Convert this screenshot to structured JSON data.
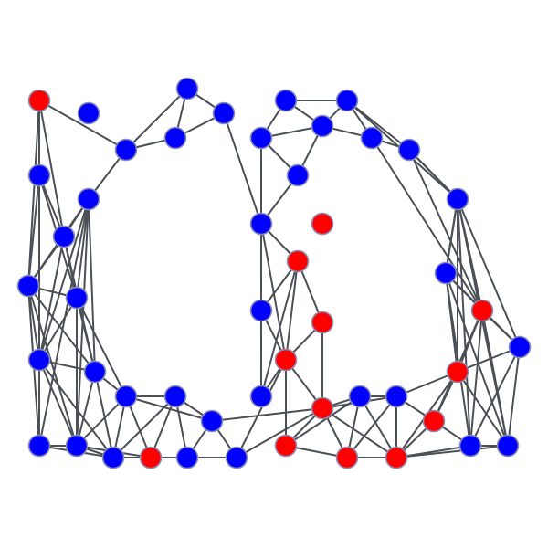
{
  "graph": {
    "colors": {
      "blue": "#0000ff",
      "red": "#ff0000",
      "edge": "#4a5055",
      "node_outline": "#8c8cb4"
    },
    "nodes": [
      {
        "id": 0,
        "color": "red"
      },
      {
        "id": 1,
        "color": "blue"
      },
      {
        "id": 2,
        "color": "blue"
      },
      {
        "id": 3,
        "color": "blue"
      },
      {
        "id": 4,
        "color": "blue"
      },
      {
        "id": 5,
        "color": "blue"
      },
      {
        "id": 6,
        "color": "blue"
      },
      {
        "id": 7,
        "color": "blue"
      },
      {
        "id": 8,
        "color": "blue"
      },
      {
        "id": 9,
        "color": "blue"
      },
      {
        "id": 10,
        "color": "blue"
      },
      {
        "id": 11,
        "color": "blue"
      },
      {
        "id": 12,
        "color": "blue"
      },
      {
        "id": 13,
        "color": "blue"
      },
      {
        "id": 14,
        "color": "blue"
      },
      {
        "id": 15,
        "color": "blue"
      },
      {
        "id": 16,
        "color": "blue"
      },
      {
        "id": 17,
        "color": "blue"
      },
      {
        "id": 18,
        "color": "red"
      },
      {
        "id": 19,
        "color": "blue"
      },
      {
        "id": 20,
        "color": "blue"
      },
      {
        "id": 21,
        "color": "blue"
      },
      {
        "id": 22,
        "color": "red"
      },
      {
        "id": 23,
        "color": "blue"
      },
      {
        "id": 24,
        "color": "blue"
      },
      {
        "id": 25,
        "color": "blue"
      },
      {
        "id": 26,
        "color": "blue"
      },
      {
        "id": 27,
        "color": "blue"
      },
      {
        "id": 28,
        "color": "blue"
      },
      {
        "id": 29,
        "color": "red"
      },
      {
        "id": 30,
        "color": "red"
      },
      {
        "id": 31,
        "color": "blue"
      },
      {
        "id": 32,
        "color": "red"
      },
      {
        "id": 33,
        "color": "red"
      },
      {
        "id": 34,
        "color": "red"
      },
      {
        "id": 35,
        "color": "blue"
      },
      {
        "id": 36,
        "color": "blue"
      },
      {
        "id": 37,
        "color": "blue"
      },
      {
        "id": 38,
        "color": "blue"
      },
      {
        "id": 39,
        "color": "blue"
      },
      {
        "id": 40,
        "color": "red"
      },
      {
        "id": 41,
        "color": "red"
      },
      {
        "id": 42,
        "color": "red"
      },
      {
        "id": 43,
        "color": "blue"
      },
      {
        "id": 44,
        "color": "blue"
      },
      {
        "id": 45,
        "color": "red"
      },
      {
        "id": 46,
        "color": "blue"
      },
      {
        "id": 47,
        "color": "red"
      },
      {
        "id": 48,
        "color": "blue"
      },
      {
        "id": 49,
        "color": "blue"
      }
    ],
    "edges": [
      [
        0,
        3
      ],
      [
        0,
        5
      ],
      [
        0,
        6
      ],
      [
        0,
        8
      ],
      [
        3,
        23
      ],
      [
        3,
        24
      ],
      [
        3,
        5
      ],
      [
        23,
        24
      ],
      [
        23,
        25
      ],
      [
        24,
        25
      ],
      [
        25,
        26
      ],
      [
        5,
        6
      ],
      [
        5,
        7
      ],
      [
        5,
        8
      ],
      [
        5,
        9
      ],
      [
        5,
        10
      ],
      [
        6,
        7
      ],
      [
        6,
        8
      ],
      [
        6,
        9
      ],
      [
        6,
        10
      ],
      [
        7,
        8
      ],
      [
        7,
        9
      ],
      [
        7,
        10
      ],
      [
        7,
        11
      ],
      [
        7,
        12
      ],
      [
        7,
        14
      ],
      [
        8,
        9
      ],
      [
        8,
        10
      ],
      [
        8,
        11
      ],
      [
        8,
        12
      ],
      [
        9,
        10
      ],
      [
        9,
        11
      ],
      [
        9,
        12
      ],
      [
        10,
        11
      ],
      [
        10,
        12
      ],
      [
        10,
        13
      ],
      [
        11,
        12
      ],
      [
        11,
        13
      ],
      [
        11,
        14
      ],
      [
        11,
        15
      ],
      [
        11,
        16
      ],
      [
        12,
        13
      ],
      [
        12,
        14
      ],
      [
        13,
        14
      ],
      [
        13,
        15
      ],
      [
        13,
        16
      ],
      [
        13,
        17
      ],
      [
        14,
        15
      ],
      [
        14,
        16
      ],
      [
        15,
        16
      ],
      [
        15,
        17
      ],
      [
        16,
        17
      ],
      [
        16,
        18
      ],
      [
        16,
        20
      ],
      [
        17,
        18
      ],
      [
        19,
        20
      ],
      [
        19,
        21
      ],
      [
        19,
        22
      ],
      [
        19,
        23
      ],
      [
        19,
        26
      ],
      [
        20,
        21
      ],
      [
        20,
        22
      ],
      [
        20,
        23
      ],
      [
        21,
        22
      ],
      [
        21,
        30
      ],
      [
        21,
        31
      ],
      [
        26,
        27
      ],
      [
        26,
        28
      ],
      [
        26,
        29
      ],
      [
        27,
        28
      ],
      [
        27,
        29
      ],
      [
        27,
        30
      ],
      [
        28,
        29
      ],
      [
        28,
        32
      ],
      [
        29,
        30
      ],
      [
        29,
        32
      ],
      [
        30,
        31
      ],
      [
        30,
        32
      ],
      [
        30,
        33
      ],
      [
        31,
        32
      ],
      [
        31,
        33
      ],
      [
        31,
        34
      ],
      [
        32,
        33
      ],
      [
        33,
        35
      ],
      [
        33,
        36
      ],
      [
        33,
        37
      ],
      [
        34,
        35
      ],
      [
        34,
        36
      ],
      [
        34,
        37
      ],
      [
        35,
        36
      ],
      [
        35,
        37
      ],
      [
        35,
        38
      ],
      [
        36,
        37
      ],
      [
        36,
        38
      ],
      [
        36,
        39
      ],
      [
        37,
        38
      ],
      [
        37,
        39
      ],
      [
        37,
        40
      ],
      [
        38,
        39
      ],
      [
        38,
        40
      ],
      [
        38,
        41
      ],
      [
        39,
        40
      ],
      [
        39,
        41
      ],
      [
        39,
        42
      ],
      [
        40,
        41
      ],
      [
        40,
        42
      ],
      [
        40,
        43
      ],
      [
        41,
        42
      ],
      [
        41,
        43
      ],
      [
        41,
        44
      ],
      [
        42,
        43
      ],
      [
        42,
        44
      ],
      [
        42,
        46
      ],
      [
        43,
        44
      ],
      [
        43,
        45
      ],
      [
        43,
        46
      ],
      [
        44,
        45
      ],
      [
        44,
        46
      ],
      [
        44,
        47
      ],
      [
        45,
        46
      ],
      [
        45,
        47
      ],
      [
        45,
        48
      ],
      [
        46,
        47
      ],
      [
        46,
        48
      ],
      [
        46,
        49
      ],
      [
        47,
        48
      ],
      [
        47,
        49
      ],
      [
        48,
        49
      ]
    ]
  }
}
